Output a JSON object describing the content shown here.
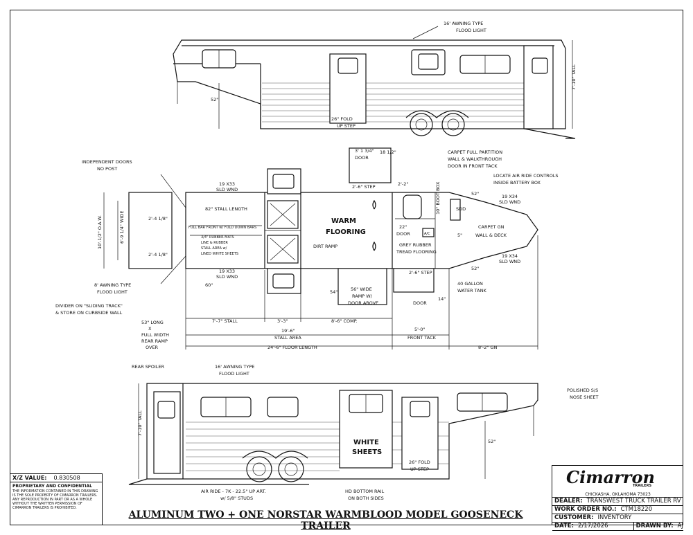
{
  "side_top": {
    "awning": "16' AWNING TYPE",
    "flood": "FLOOD LIGHT",
    "tall": "7'-10\" TALL",
    "dim52": "52\"",
    "fold1": "26\" FOLD",
    "fold2": "UP STEP"
  },
  "plan": {
    "indep1": "INDEPENDENT DOORS",
    "indep2": "NO POST",
    "oaw": "10'-1/2\" O.A.W.",
    "wide": "6'-9 1/4\" WIDE",
    "d21a": "2'-4 1/8\"",
    "d21b": "2'-4 1/8\"",
    "stall82": "82\" STALL LENGTH",
    "sld1a": "19 X33",
    "sld1b": "SLD WND",
    "sld2a": "19 X33",
    "sld2b": "SLD WND",
    "bars": "FULL BAR FRONT w/ FOLD DOWN BARS",
    "rubber1": "3/4\" RUBBER MATS",
    "rubber2": "LINE & RUBBER",
    "rubber3": "STALL AREA w/",
    "rubber4": "LINED WHITE SHEETS",
    "ws1": "60\"",
    "door313": "3' 1 3/4\"",
    "door_lbl": "DOOR",
    "d18": "18 1/2\"",
    "step26a": "2'-6\" STEP",
    "d227": "2'-2\"",
    "warm1": "WARM",
    "warm2": "FLOORING",
    "dirt": "DIRT RAMP",
    "ramp1": "56\" WIDE",
    "ramp2": "RAMP W/",
    "ramp3": "DOOR ABOVE",
    "d54": "54\"",
    "carpet1": "CARPET FULL PARTITION",
    "carpet2": "WALL & WALKTHROUGH",
    "carpet3": "DOOR IN FRONT TACK",
    "loc1": "LOCATE AIR RIDE CONTROLS",
    "loc2": "INSIDE BATTERY BOX",
    "d52a": "52\"",
    "sld3a": "19 X34",
    "sld3b": "SLD WND",
    "sld4a": "19 X34",
    "sld4b": "SLD WND",
    "d52b": "52\"",
    "boot": "10\" BOOT BOX",
    "sdd": "SDD",
    "d22": "22\"",
    "door2": "DOOR",
    "carpetgn1": "CARPET GN",
    "carpetgn2": "WALL & DECK",
    "ac": "A/C",
    "d5": "5\"",
    "grey1": "GREY RUBBER",
    "grey2": "TREAD FLOORING",
    "step26b": "2'-6\" STEP",
    "gal1": "40 GALLON",
    "gal2": "WATER TANK",
    "door3": "DOOR",
    "d14": "14\"",
    "aw8a": "8' AWNING TYPE",
    "aw8b": "FLOOD LIGHT",
    "div1": "DIVIDER ON \"SLIDING TRACK\"",
    "div2": "& STORE ON CURBSIDE WALL",
    "long1": "53\" LONG",
    "long2": "X",
    "long3": "FULL WIDTH",
    "long4": "REAR RAMP",
    "long5": "OVER",
    "stall7": "7'-7\" STALL",
    "d33": "3'-3\"",
    "comp": "8'-6\" COMP.",
    "ft": "5'-0\"",
    "stallarea": "19'-6\"",
    "stallarea2": "STALL AREA",
    "fronttack": "FRONT TACK",
    "floor": "24'-6\" FLOOR LENGTH",
    "gn": "8'-2\" GN"
  },
  "side_bottom": {
    "spoiler": "REAR SPOILER",
    "awning1": "16' AWNING TYPE",
    "awning2": "FLOOD LIGHT",
    "tall": "7'-10\" TALL",
    "white1": "WHITE",
    "white2": "SHEETS",
    "polish1": "POLISHED S/S",
    "polish2": "NOSE SHEET",
    "dim52": "52\"",
    "fold1": "26\" FOLD",
    "fold2": "UP STEP",
    "air1": "AIR RIDE - 7K - 22.5\" UP ART.",
    "air2": "w/ 5/8\" STUDS",
    "hd1": "HD BOTTOM RAIL",
    "hd2": "ON BOTH SIDES"
  },
  "xz": {
    "label": "X/Z VALUE:",
    "value": "0.830508",
    "prop": "PROPRIETARY AND CONFIDENTIAL",
    "text": "THE INFORMATION CONTAINED IN THIS DRAWING IS THE SOLE PROPERTY OF CIMARRON TRAILERS. ANY REPRODUCTION IN PART OR AS A WHOLE WITHOUT THE WRITTEN PERMISSION OF CIMARRON TRAILERS IS PROHIBITED."
  },
  "title": "ALUMINUM TWO + ONE NORSTAR WARMBLOOD MODEL GOOSENECK TRAILER",
  "block": {
    "brand": "Cimarron",
    "sub": "TRAILERS",
    "location": "CHICKASHA, OKLAHOMA 73023",
    "dealer_k": "DEALER:",
    "dealer_v": "TRANSWEST TRUCK TRAILER RV",
    "wo_k": "WORK ORDER NO.:",
    "wo_v": "CTM18220",
    "cust_k": "CUSTOMER:",
    "cust_v": "INVENTORY",
    "date_k": "DATE:",
    "date_v": "2/17/2026",
    "drawn_k": "DRAWN BY:",
    "drawn_v": "AJ"
  }
}
